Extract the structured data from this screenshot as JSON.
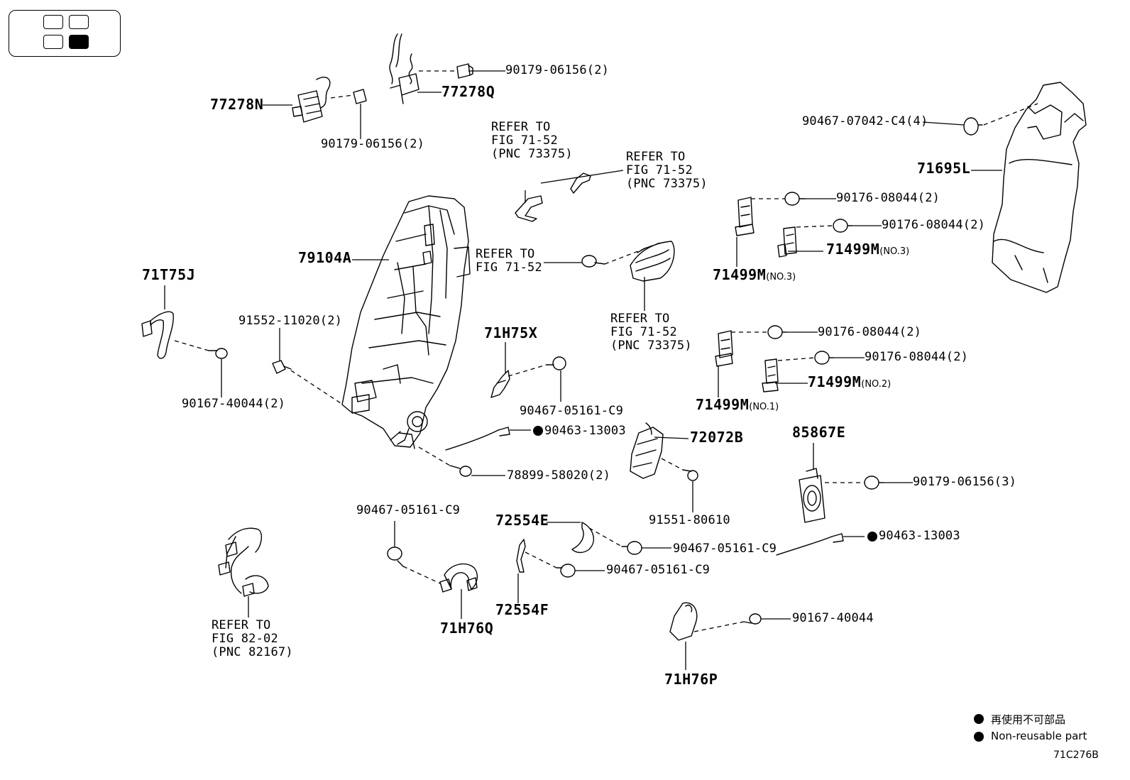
{
  "labels": {
    "l_77278N": "77278N",
    "l_77278Q": "77278Q",
    "l_90179a": "90179-06156(2)",
    "l_90179b": "90179-06156(2)",
    "l_refer1": "REFER TO\nFIG 71-52\n(PNC 73375)",
    "l_refer2": "REFER TO\nFIG 71-52\n(PNC 73375)",
    "l_90467_c4": "90467-07042-C4(4)",
    "l_71695L": "71695L",
    "l_79104A": "79104A",
    "l_refer3": "REFER TO\nFIG 71-52",
    "l_90176a": "90176-08044(2)",
    "l_90176b": "90176-08044(2)",
    "l_71499M_no3a": "71499M",
    "l_71499M_no3a_sub": "(NO.3)",
    "l_71499M_no3b": "71499M",
    "l_71499M_no3b_sub": "(NO.3)",
    "l_71T75J": "71T75J",
    "l_91552": "91552-11020(2)",
    "l_refer4": "REFER TO\nFIG 71-52\n(PNC 73375)",
    "l_71H75X": "71H75X",
    "l_90176c": "90176-08044(2)",
    "l_90176d": "90176-08044(2)",
    "l_90167a": "90167-40044(2)",
    "l_90467_c9a": "90467-05161-C9",
    "l_71499M_no1": "71499M",
    "l_71499M_no1_sub": "(NO.1)",
    "l_71499M_no2": "71499M",
    "l_71499M_no2_sub": "(NO.2)",
    "l_90463a": "90463-13003",
    "l_72072B": "72072B",
    "l_85867E": "85867E",
    "l_78899": "78899-58020(2)",
    "l_90179c": "90179-06156(3)",
    "l_90467_c9b": "90467-05161-C9",
    "l_91551": "91551-80610",
    "l_72554E": "72554E",
    "l_90463b": "90463-13003",
    "l_90467_c9c": "90467-05161-C9",
    "l_90467_c9d": "90467-05161-C9",
    "l_refer5": "REFER TO\nFIG 82-02\n(PNC 82167)",
    "l_72554F": "72554F",
    "l_71H76Q": "71H76Q",
    "l_90167b": "90167-40044",
    "l_71H76P": "71H76P"
  },
  "legend": {
    "jp": "再使用不可部品",
    "en": "Non-reusable part"
  },
  "figure_code": "71C276B"
}
